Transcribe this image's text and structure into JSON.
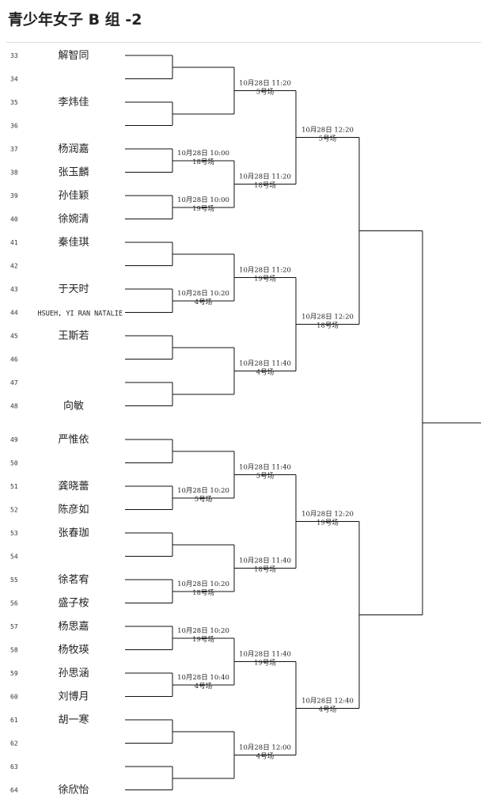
{
  "title": "青少年女子 B 组 -2",
  "players": [
    {
      "seed": "33",
      "name": "解智同"
    },
    {
      "seed": "34",
      "name": ""
    },
    {
      "seed": "35",
      "name": "李炜佳"
    },
    {
      "seed": "36",
      "name": ""
    },
    {
      "seed": "37",
      "name": "杨润嘉"
    },
    {
      "seed": "38",
      "name": "张玉麟"
    },
    {
      "seed": "39",
      "name": "孙佳颖"
    },
    {
      "seed": "40",
      "name": "徐婉清"
    },
    {
      "seed": "41",
      "name": "秦佳琪"
    },
    {
      "seed": "42",
      "name": ""
    },
    {
      "seed": "43",
      "name": "于天时"
    },
    {
      "seed": "44",
      "name": "HSUEH, YI RAN NATALIE"
    },
    {
      "seed": "45",
      "name": "王斯若"
    },
    {
      "seed": "46",
      "name": ""
    },
    {
      "seed": "47",
      "name": ""
    },
    {
      "seed": "48",
      "name": "向敏"
    },
    {
      "seed": "49",
      "name": "严惟依"
    },
    {
      "seed": "50",
      "name": ""
    },
    {
      "seed": "51",
      "name": "龚晓蕾"
    },
    {
      "seed": "52",
      "name": "陈彦如"
    },
    {
      "seed": "53",
      "name": "张春珈"
    },
    {
      "seed": "54",
      "name": ""
    },
    {
      "seed": "55",
      "name": "徐茗宥"
    },
    {
      "seed": "56",
      "name": "盛子桉"
    },
    {
      "seed": "57",
      "name": "杨思嘉"
    },
    {
      "seed": "58",
      "name": "杨牧瑛"
    },
    {
      "seed": "59",
      "name": "孙思涵"
    },
    {
      "seed": "60",
      "name": "刘博月"
    },
    {
      "seed": "61",
      "name": "胡一寒"
    },
    {
      "seed": "62",
      "name": ""
    },
    {
      "seed": "63",
      "name": ""
    },
    {
      "seed": "64",
      "name": "徐欣怡"
    }
  ],
  "rounds": [
    [
      {
        "time": "",
        "court": ""
      },
      {
        "time": "",
        "court": ""
      },
      {
        "time": "10月28日 10:00",
        "court": "18号场"
      },
      {
        "time": "10月28日 10:00",
        "court": "19号场"
      },
      {
        "time": "",
        "court": ""
      },
      {
        "time": "10月28日 10:20",
        "court": "4号场"
      },
      {
        "time": "",
        "court": ""
      },
      {
        "time": "",
        "court": ""
      },
      {
        "time": "",
        "court": ""
      },
      {
        "time": "10月28日 10:20",
        "court": "5号场"
      },
      {
        "time": "",
        "court": ""
      },
      {
        "time": "10月28日 10:20",
        "court": "18号场"
      },
      {
        "time": "10月28日 10:20",
        "court": "19号场"
      },
      {
        "time": "10月28日 10:40",
        "court": "4号场"
      },
      {
        "time": "",
        "court": ""
      },
      {
        "time": "",
        "court": ""
      }
    ],
    [
      {
        "time": "10月28日 11:20",
        "court": "5号场"
      },
      {
        "time": "10月28日 11:20",
        "court": "18号场"
      },
      {
        "time": "10月28日 11:20",
        "court": "19号场"
      },
      {
        "time": "10月28日 11:40",
        "court": "4号场"
      },
      {
        "time": "10月28日 11:40",
        "court": "5号场"
      },
      {
        "time": "10月28日 11:40",
        "court": "18号场"
      },
      {
        "time": "10月28日 11:40",
        "court": "19号场"
      },
      {
        "time": "10月28日 12:00",
        "court": "4号场"
      }
    ],
    [
      {
        "time": "10月28日 12:20",
        "court": "5号场"
      },
      {
        "time": "10月28日 12:20",
        "court": "18号场"
      },
      {
        "time": "10月28日 12:20",
        "court": "19号场"
      },
      {
        "time": "10月28日 12:40",
        "court": "4号场"
      }
    ],
    [
      {
        "time": "",
        "court": ""
      },
      {
        "time": "",
        "court": ""
      }
    ],
    [
      {
        "time": "",
        "court": ""
      }
    ]
  ]
}
